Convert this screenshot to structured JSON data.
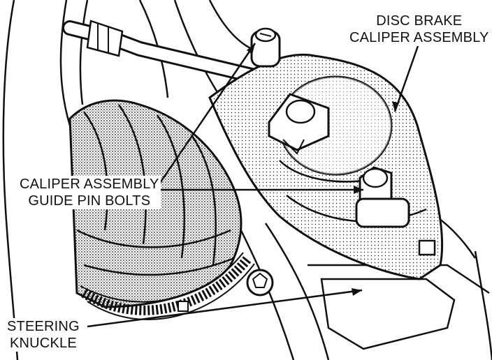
{
  "labels": {
    "caliper_assembly": [
      "DISC BRAKE",
      "CALIPER ASSEMBLY"
    ],
    "guide_pin_bolts": [
      "CALIPER ASSEMBLY",
      "GUIDE PIN BOLTS"
    ],
    "steering_knuckle": [
      "STEERING",
      "KNUCKLE"
    ]
  },
  "colors": {
    "ink": "#111111",
    "stipple": "#9a9a9a",
    "paper": "#ffffff"
  }
}
